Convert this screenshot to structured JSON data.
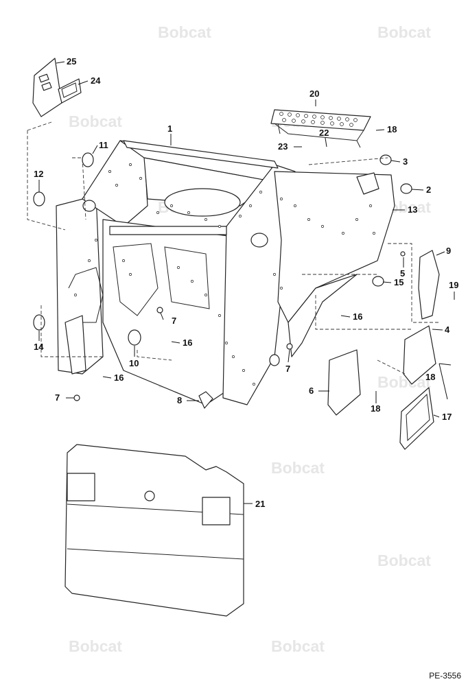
{
  "watermark": {
    "text": "Bobcat"
  },
  "figure": {
    "id": "PE-3556"
  },
  "callouts": [
    {
      "label": "1"
    },
    {
      "label": "2"
    },
    {
      "label": "3"
    },
    {
      "label": "4"
    },
    {
      "label": "5"
    },
    {
      "label": "6"
    },
    {
      "label": "7"
    },
    {
      "label": "7"
    },
    {
      "label": "7"
    },
    {
      "label": "7"
    },
    {
      "label": "8"
    },
    {
      "label": "9"
    },
    {
      "label": "10"
    },
    {
      "label": "11"
    },
    {
      "label": "12"
    },
    {
      "label": "13"
    },
    {
      "label": "14"
    },
    {
      "label": "15"
    },
    {
      "label": "16"
    },
    {
      "label": "16"
    },
    {
      "label": "16"
    },
    {
      "label": "16"
    },
    {
      "label": "17"
    },
    {
      "label": "18"
    },
    {
      "label": "18"
    },
    {
      "label": "18"
    },
    {
      "label": "19"
    },
    {
      "label": "20"
    },
    {
      "label": "21"
    },
    {
      "label": "22"
    },
    {
      "label": "23"
    },
    {
      "label": "24"
    },
    {
      "label": "25"
    }
  ]
}
